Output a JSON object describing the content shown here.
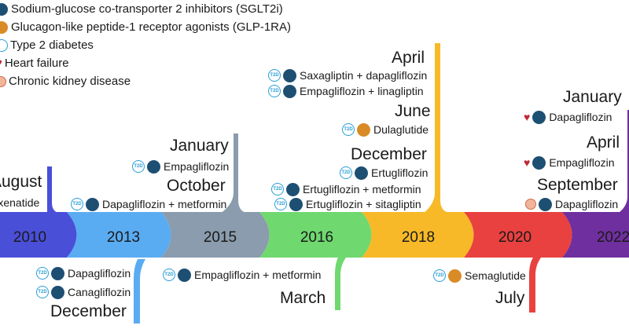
{
  "legend": [
    {
      "icon": "sglt2i-dot",
      "label": "Sodium-glucose co-transporter 2 inhibitors (SGLT2i)"
    },
    {
      "icon": "glp1ra-dot",
      "label": "Glucagon-like peptide-1 receptor agonists (GLP-1RA)"
    },
    {
      "icon": "t2d-icon",
      "label": "Type 2 diabetes"
    },
    {
      "icon": "heart-icon",
      "label": "Heart failure"
    },
    {
      "icon": "kidney-icon",
      "label": "Chronic kidney disease"
    }
  ],
  "colors": {
    "y2010": "#4a4fd8",
    "y2013": "#5aacf2",
    "y2015": "#8a9cad",
    "y2016": "#6fd86f",
    "y2018": "#f7b928",
    "y2020": "#e8413f",
    "y2022": "#6f2f9e",
    "sglt2i": "#1d4f73",
    "glp1ra": "#d98b25"
  },
  "t2d_text": "T2D",
  "years": [
    "2010",
    "2013",
    "2015",
    "2016",
    "2018",
    "2020",
    "2022"
  ],
  "events": {
    "y2010": {
      "month": "August",
      "drug": "Exenatide"
    },
    "y2013": {
      "month": "December",
      "drugs": [
        "Dapagliflozin",
        "Canagliflozin"
      ]
    },
    "y2014": {
      "drug": "Dapagliflozin + metformin"
    },
    "y2015_top": {
      "month_jan": "January",
      "drug_jan": "Empagliflozin",
      "month_oct": "October"
    },
    "y2016": {
      "drug": "Empagliflozin + metformin",
      "month": "March"
    },
    "y2017_top": {
      "drugs": [
        "Saxagliptin + dapagliflozin",
        "Empagliflozin + linagliptin"
      ],
      "month_april": "April",
      "month_june": "June",
      "drug_june": "Dulaglutide",
      "month_dec": "December",
      "drugs_dec": [
        "Ertugliflozin",
        "Ertugliflozin + metformin",
        "Ertugliflozin + sitagliptin"
      ]
    },
    "y2020": {
      "drug": "Semaglutide",
      "month": "July"
    },
    "y2021_top": {
      "month_jan": "January",
      "drug_jan": "Dapagliflozin",
      "month_apr": "April",
      "drug_apr": "Empagliflozin",
      "month_sep": "September",
      "drug_sep": "Dapagliflozin"
    }
  }
}
